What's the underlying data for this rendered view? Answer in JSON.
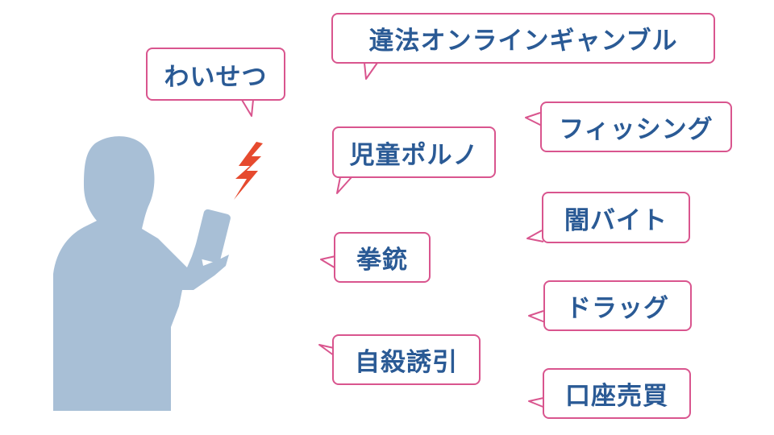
{
  "labels": {
    "b1": "違法オンラインギャンブル",
    "b2": "わいせつ",
    "b3": "フィッシング",
    "b4": "児童ポルノ",
    "b5": "闇バイト",
    "b6": "拳銃",
    "b7": "ドラッグ",
    "b8": "自殺誘引",
    "b9": "口座売買"
  },
  "colors": {
    "bubble_border": "#d9558e",
    "text": "#2a5a95",
    "silhouette": "#a8bfd6",
    "lightning": "#e64a2e"
  },
  "icons": {
    "person": "person-with-smartphone-silhouette",
    "alert": "lightning-bolt-icon"
  }
}
